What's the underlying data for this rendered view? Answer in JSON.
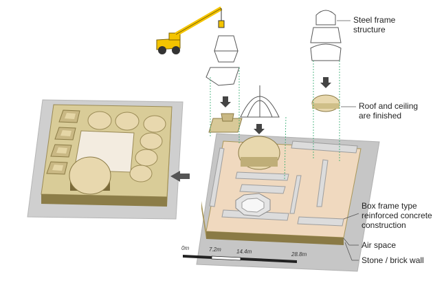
{
  "labels": {
    "steel_frame": "Steel frame structure",
    "roof_ceiling": "Roof and ceiling are finished",
    "box_frame": "Box frame type reinforced concrete construction",
    "air_space": "Air space",
    "stone_wall": "Stone / brick wall"
  },
  "scale": {
    "ticks": [
      "0m",
      "7.2m",
      "14.4m",
      "28.8m"
    ]
  },
  "colors": {
    "ground": "#c8c8c8",
    "wall": "#cdbf8a",
    "wall_dark": "#8a7a45",
    "dome": "#e8d8ae",
    "floor": "#f0d9bf",
    "concrete": "#dedede",
    "crane": "#f4c400",
    "guide_line": "#2aa86a"
  },
  "icons": {
    "crane": "crane-icon",
    "arrow": "arrow-left-icon"
  }
}
